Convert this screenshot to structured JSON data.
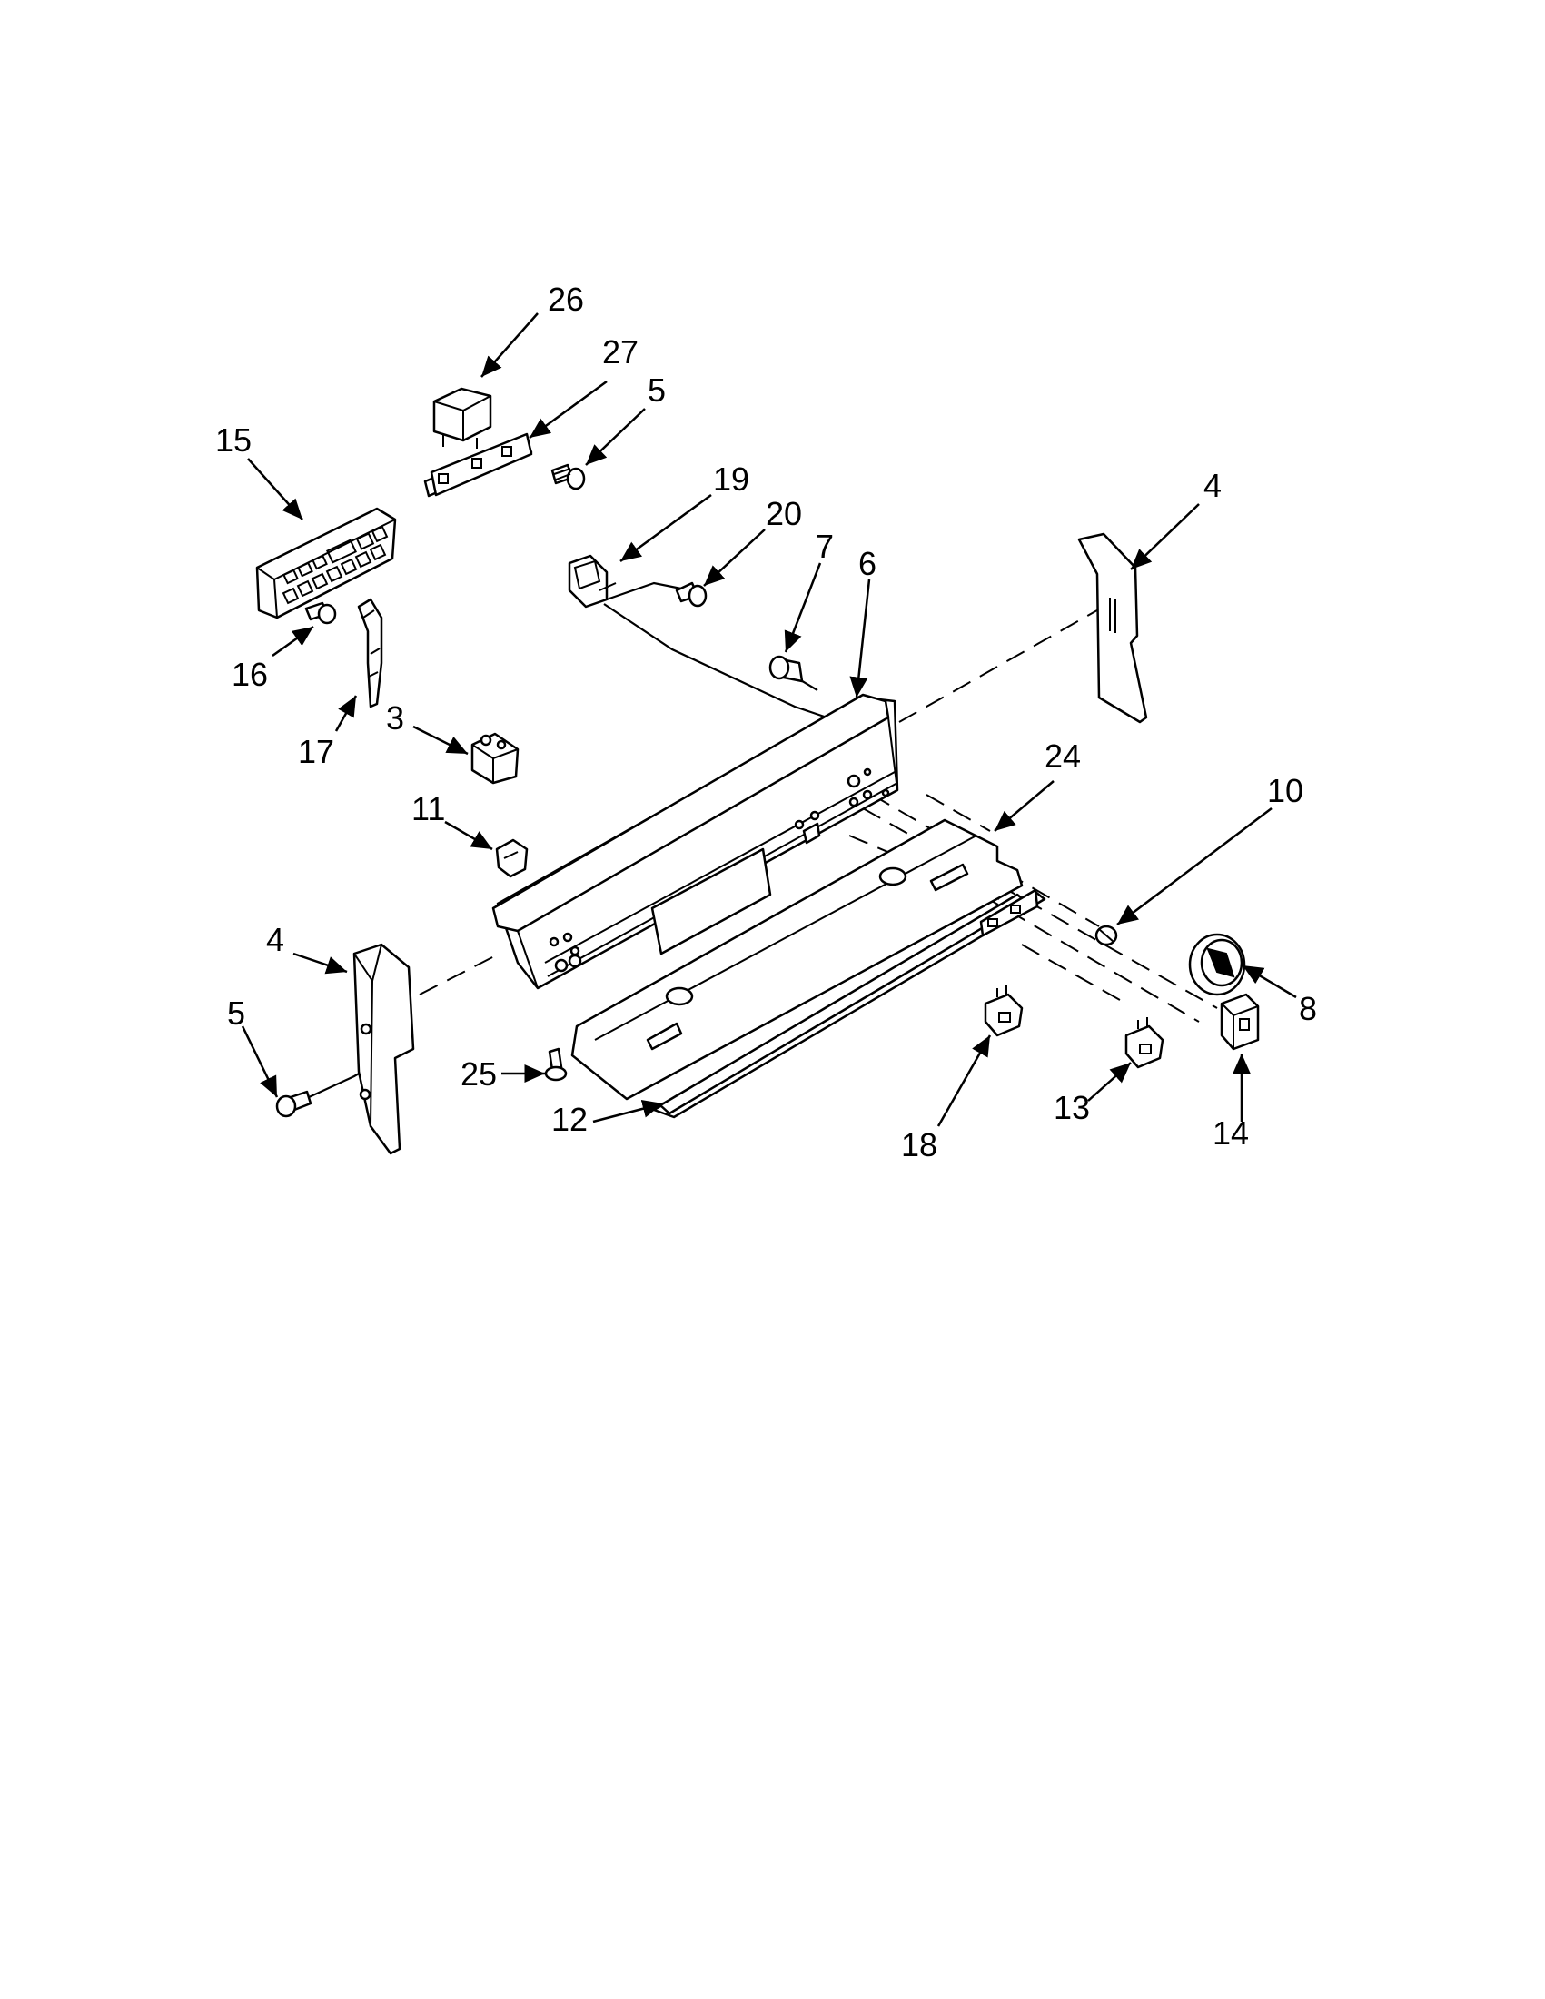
{
  "callouts": {
    "c26": "26",
    "c27": "27",
    "c5_top": "5",
    "c15": "15",
    "c19": "19",
    "c20": "20",
    "c7": "7",
    "c6": "6",
    "c4_right": "4",
    "c16": "16",
    "c17": "17",
    "c3": "3",
    "c24": "24",
    "c10": "10",
    "c11": "11",
    "c4_left": "4",
    "c5_left": "5",
    "c25": "25",
    "c12": "12",
    "c8": "8",
    "c18": "18",
    "c13": "13",
    "c14": "14"
  }
}
